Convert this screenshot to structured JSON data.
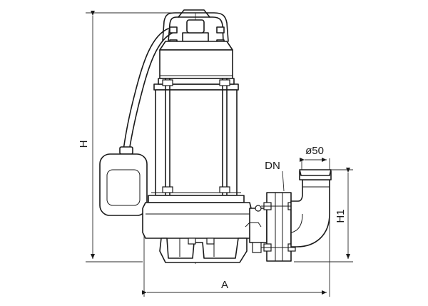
{
  "dimensions": {
    "height_label": "H",
    "width_label": "A",
    "outlet_height_label": "H1",
    "outlet_diameter_label": "ø50",
    "nominal_diameter_label": "DN"
  }
}
